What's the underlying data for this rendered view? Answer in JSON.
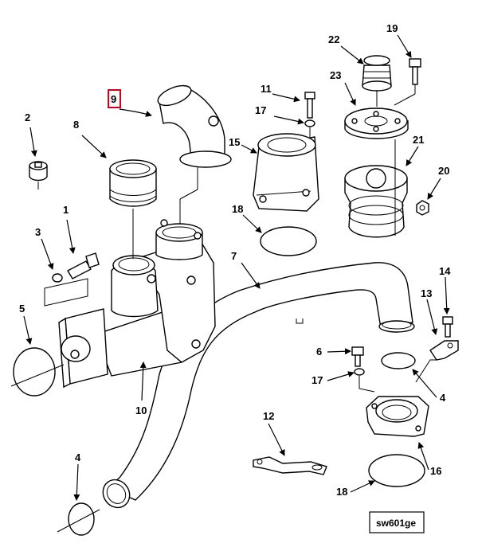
{
  "drawing_id": "sw601ge",
  "highlighted_callout": "9",
  "callouts": {
    "c1": "1",
    "c2": "2",
    "c3": "3",
    "c4a": "4",
    "c4b": "4",
    "c5": "5",
    "c6": "6",
    "c7": "7",
    "c8": "8",
    "c9": "9",
    "c10": "10",
    "c11": "11",
    "c12": "12",
    "c13": "13",
    "c14": "14",
    "c15": "15",
    "c16": "16",
    "c17a": "17",
    "c17b": "17",
    "c18a": "18",
    "c18b": "18",
    "c19": "19",
    "c20": "20",
    "c21": "21",
    "c22": "22",
    "c23": "23"
  }
}
